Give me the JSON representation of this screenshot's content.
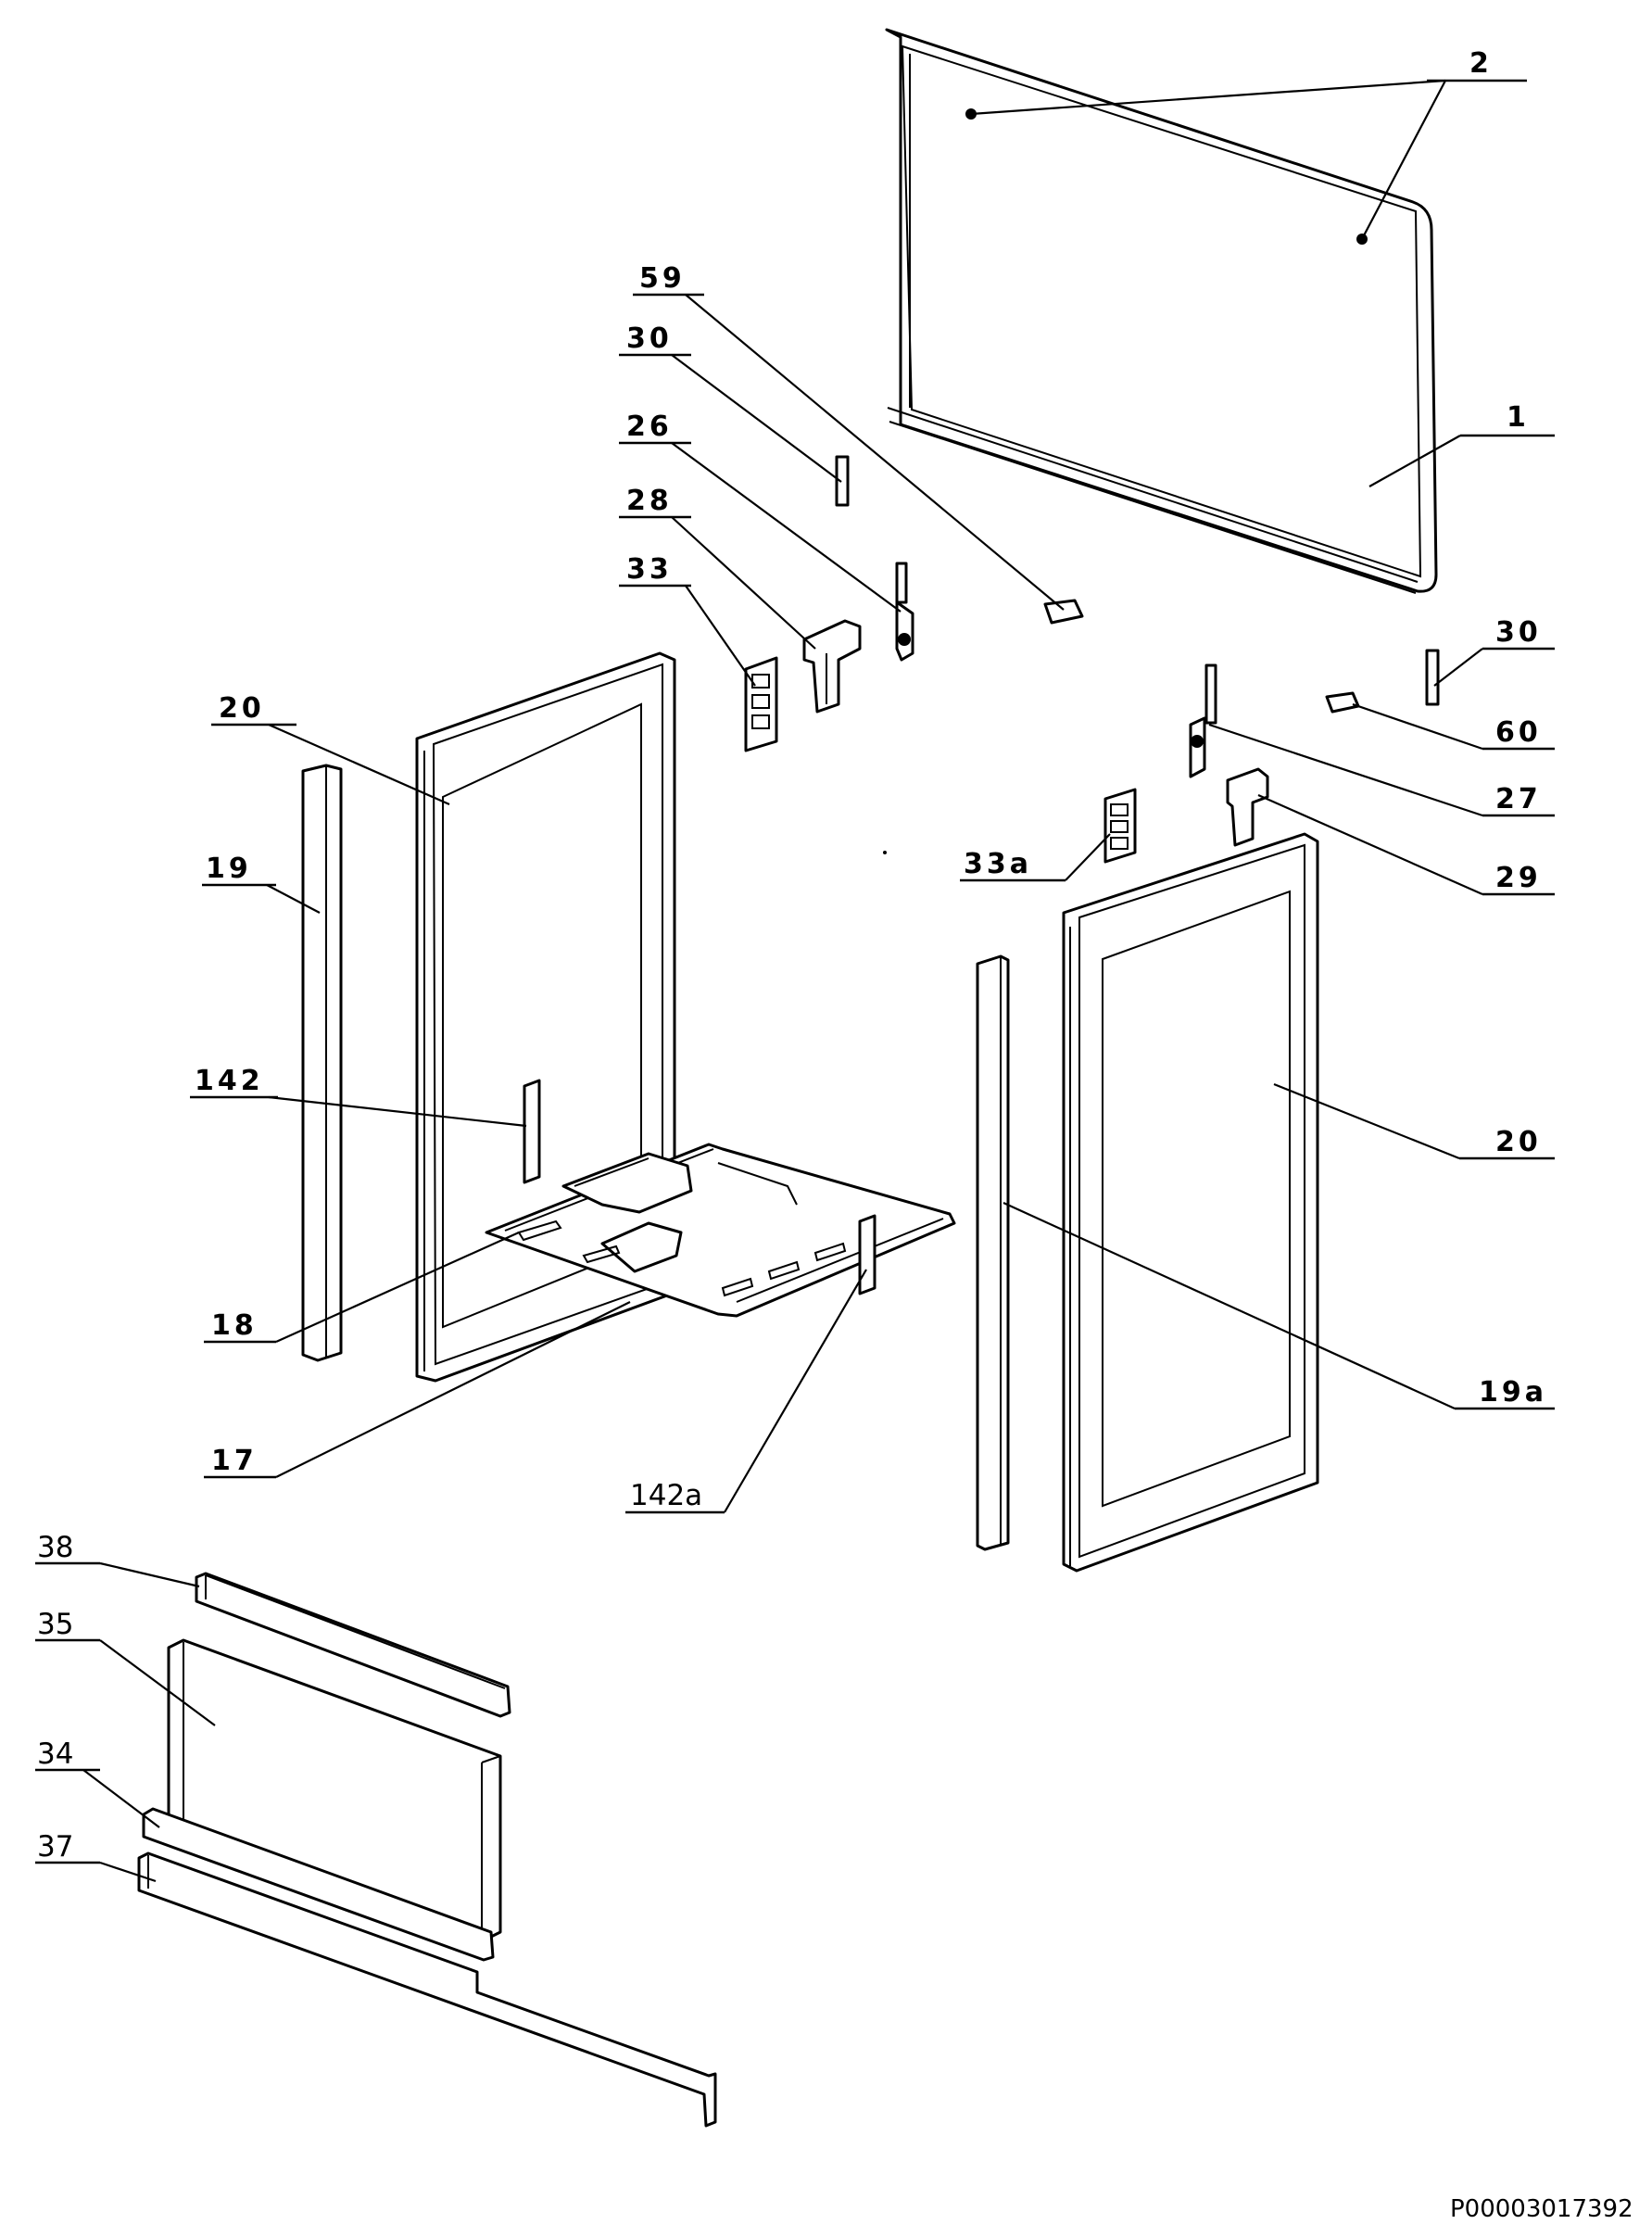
{
  "labels": {
    "p2": "2",
    "p59": "59",
    "p30a": "30",
    "p26": "26",
    "p28": "28",
    "p33": "33",
    "p1": "1",
    "p30b": "30",
    "p60": "60",
    "p27": "27",
    "p29": "29",
    "p33a": "33a",
    "p20a": "20",
    "p19": "19",
    "p142": "142",
    "p18": "18",
    "p17": "17",
    "p142a": "142a",
    "p20b": "20",
    "p19a": "19a",
    "p38": "38",
    "p35": "35",
    "p34": "34",
    "p37": "37"
  },
  "document_id": "P00003017392"
}
